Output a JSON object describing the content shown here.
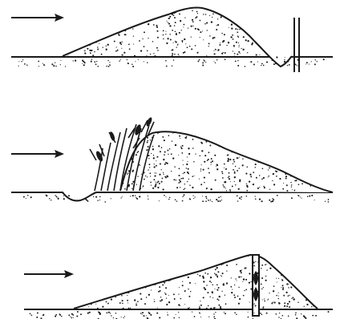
{
  "figure": {
    "panels": [
      {
        "id": "top",
        "wind_arrow": "right-arrow-icon",
        "dune": "dune-before-fence",
        "obstacle": "fence-post"
      },
      {
        "id": "middle",
        "wind_arrow": "right-arrow-icon",
        "dune": "dune-with-vegetation",
        "obstacle": "vegetation-clump"
      },
      {
        "id": "bottom",
        "wind_arrow": "right-arrow-icon",
        "dune": "dune-over-post",
        "obstacle": "fence-post"
      }
    ],
    "colors": {
      "ink": "#1a1a1a",
      "background": "#ffffff"
    }
  }
}
